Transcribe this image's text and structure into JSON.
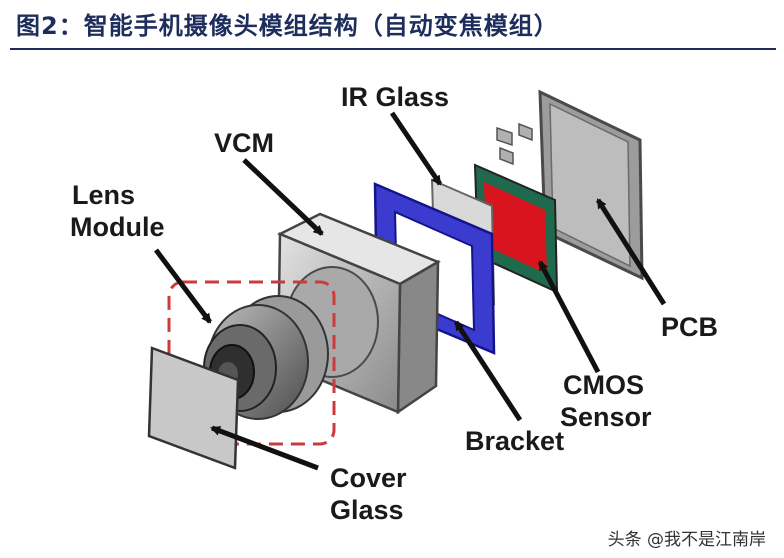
{
  "header": {
    "title": "图2：智能手机摄像头模组结构（自动变焦模组）"
  },
  "labels": {
    "ir_glass": "IR Glass",
    "vcm": "VCM",
    "lens_line1": "Lens",
    "lens_line2": "Module",
    "pcb": "PCB",
    "cmos_line1": "CMOS",
    "cmos_line2": "Sensor",
    "bracket": "Bracket",
    "cover_line1": "Cover",
    "cover_line2": "Glass"
  },
  "watermark": {
    "text": "头条 @我不是江南岸"
  },
  "colors": {
    "title": "#1d2d5c",
    "bracket": "#3b3bd0",
    "sensor_red": "#d8141e",
    "sensor_board": "#1f6a4c",
    "dashed_box": "#cc3b3b"
  }
}
